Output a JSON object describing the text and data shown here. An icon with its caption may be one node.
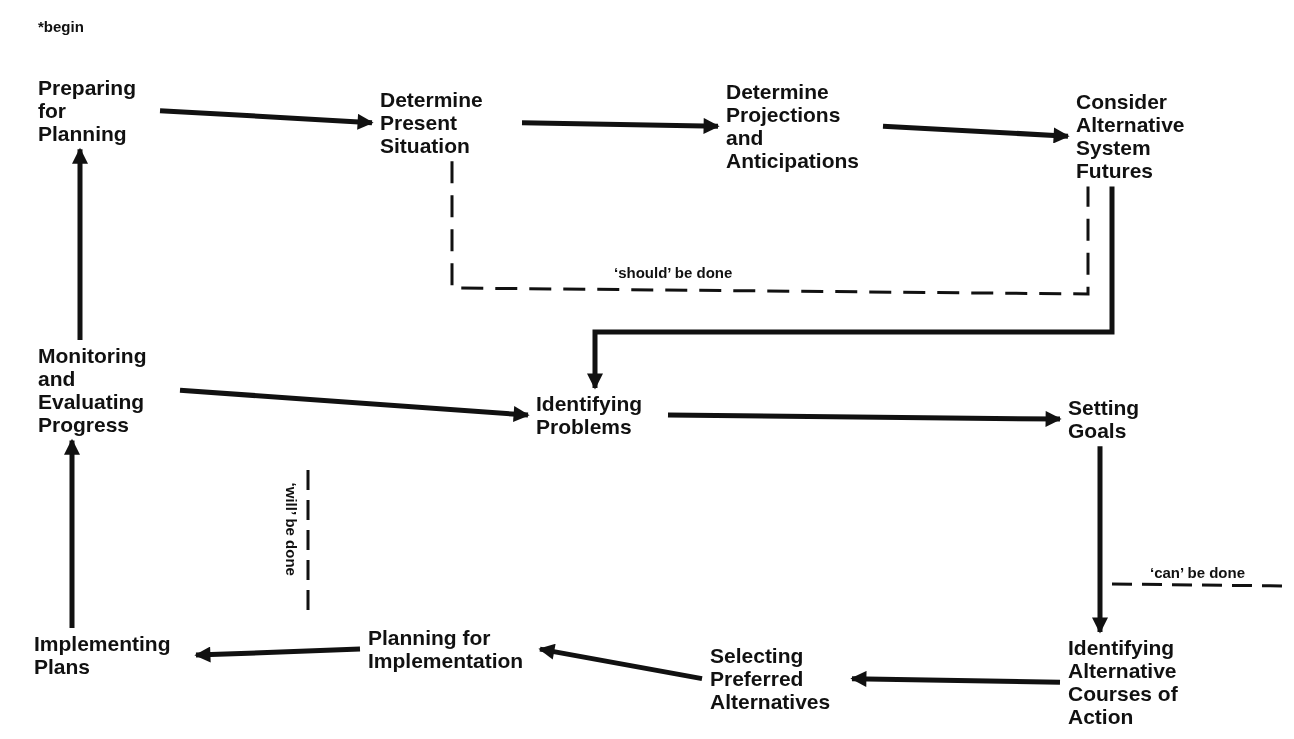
{
  "diagram": {
    "nodes": [
      {
        "text": [
          "Preparing for Planning"
        ]
      },
      {
        "text": [
          "Determine Present Situation"
        ]
      },
      {
        "text": [
          "Determine Projections and Anticipations"
        ]
      },
      {
        "text": [
          "Consider Alternative System Futures"
        ]
      },
      {
        "text": [
          "Monitoring and Evaluating Progress"
        ]
      },
      {
        "text": [
          "Identifying Problems"
        ]
      },
      {
        "text": [
          "Setting Goals"
        ]
      },
      {
        "text": [
          "Implementing Plans"
        ]
      },
      {
        "text": [
          "Planning for Implementation"
        ]
      },
      {
        "text": [
          "Selecting Preferred Alternatives"
        ]
      },
      {
        "text": [
          "Identifying Alternative Courses of Action"
        ]
      }
    ],
    "edges": [
      {
        "from": 0,
        "to": 1,
        "arrow": "to"
      },
      {
        "from": 1,
        "to": 2,
        "arrow": "to"
      },
      {
        "from": 2,
        "to": 3,
        "arrow": "to"
      },
      {
        "from": 3,
        "to": 5,
        "arrow": "to"
      },
      {
        "from": 4,
        "to": 5,
        "arrow": "to"
      },
      {
        "from": 5,
        "to": 6,
        "arrow": "to"
      },
      {
        "from": 6,
        "to": 10,
        "arrow": "to"
      },
      {
        "from": 10,
        "to": 9,
        "arrow": "to"
      },
      {
        "from": 9,
        "to": 8,
        "arrow": "to"
      },
      {
        "from": 8,
        "to": 7,
        "arrow": "to"
      },
      {
        "from": 7,
        "to": 4,
        "arrow": "to"
      },
      {
        "from": 4,
        "to": 0,
        "arrow": "to"
      },
      {
        "from": 1,
        "to": 3,
        "arrow": "none",
        "style": "dashed",
        "label": "‘should’ be done"
      }
    ],
    "labels": [
      "*begin",
      "‘will’ be done",
      "‘can’ be done"
    ]
  }
}
